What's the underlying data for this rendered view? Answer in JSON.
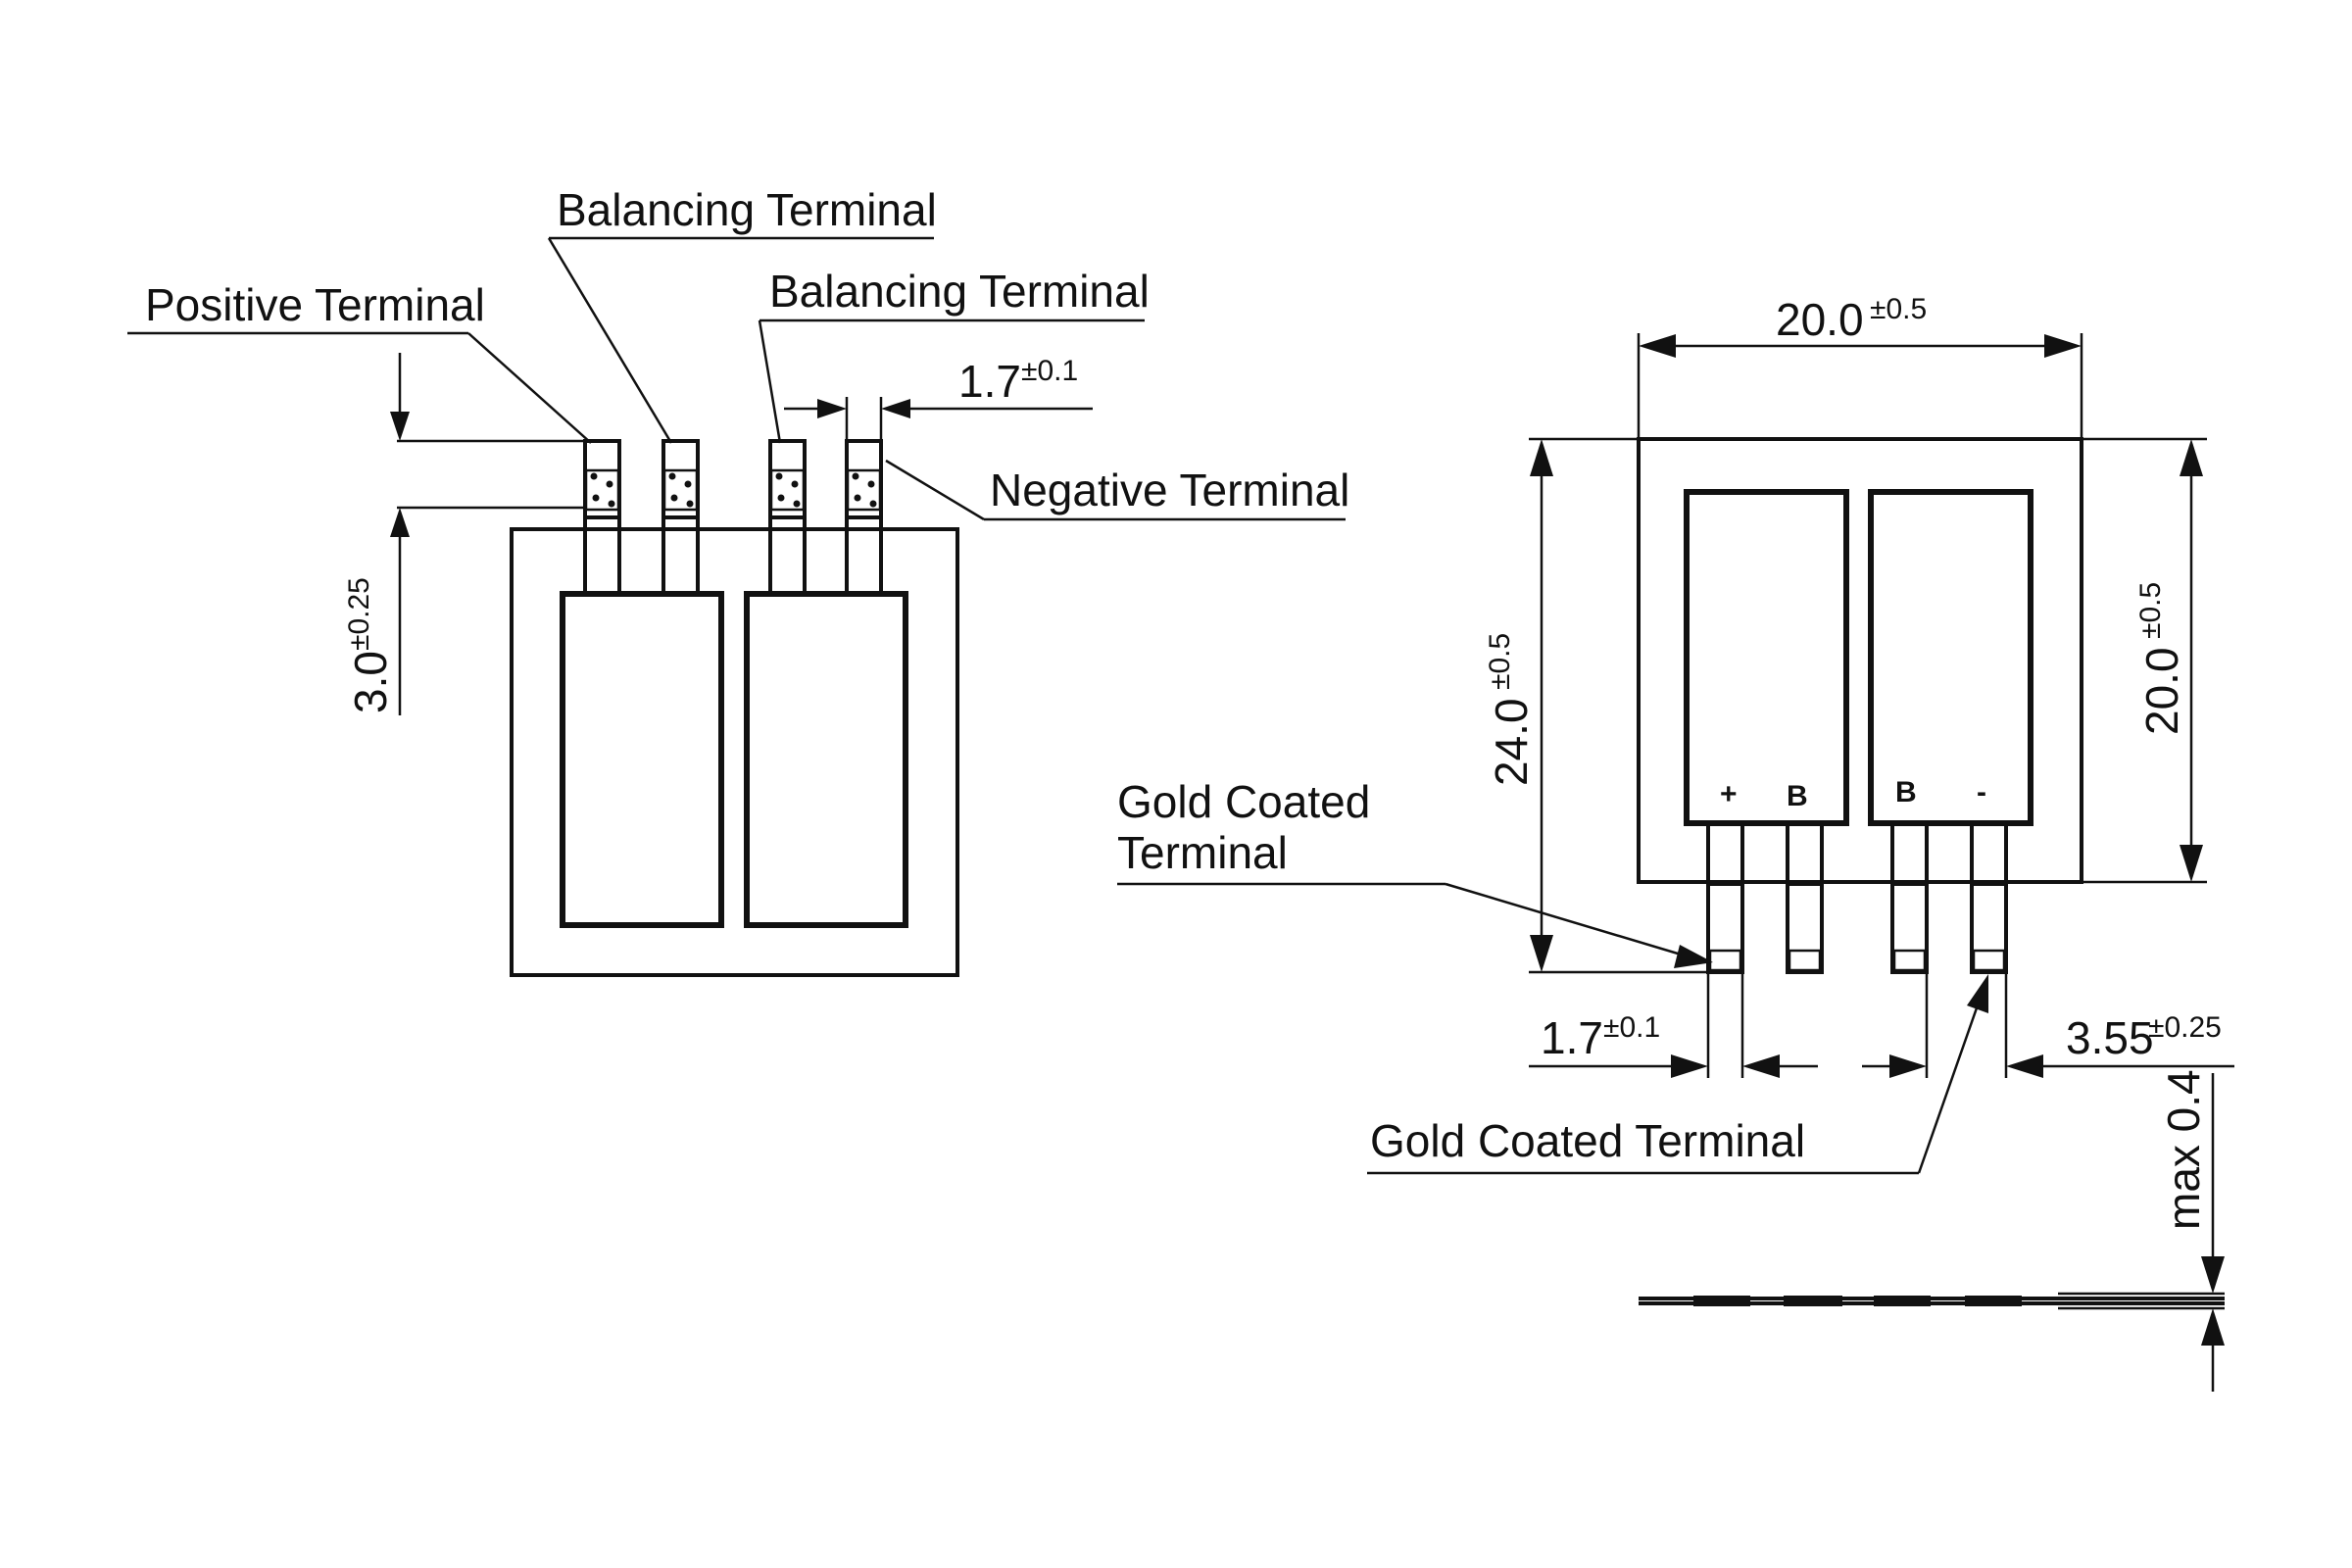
{
  "left_view": {
    "labels": {
      "positive_terminal": "Positive Terminal",
      "balancing_terminal_1": "Balancing Terminal",
      "balancing_terminal_2": "Balancing Terminal",
      "negative_terminal": "Negative Terminal"
    },
    "dimensions": {
      "terminal_width": {
        "value": "1.7",
        "tolerance": "±0.1"
      },
      "terminal_height": {
        "value": "3.0",
        "tolerance": "±0.25"
      }
    }
  },
  "right_view": {
    "labels": {
      "gold_coated_terminal_1_line1": "Gold Coated",
      "gold_coated_terminal_1_line2": "Terminal",
      "gold_coated_terminal_2": "Gold Coated Terminal"
    },
    "pin_marks": {
      "left_cell_plus": "+",
      "left_cell_b": "B",
      "right_cell_b": "B",
      "right_cell_minus": "-"
    },
    "dimensions": {
      "width": {
        "value": "20.0",
        "tolerance": "±0.5"
      },
      "total_height": {
        "value": "24.0",
        "tolerance": "±0.5"
      },
      "body_height": {
        "value": "20.0",
        "tolerance": "±0.5"
      },
      "terminal_width": {
        "value": "1.7",
        "tolerance": "±0.1"
      },
      "terminal_offset": {
        "value": "3.55",
        "tolerance": "±0.25"
      },
      "thickness": {
        "value": "max 0.4"
      }
    }
  }
}
